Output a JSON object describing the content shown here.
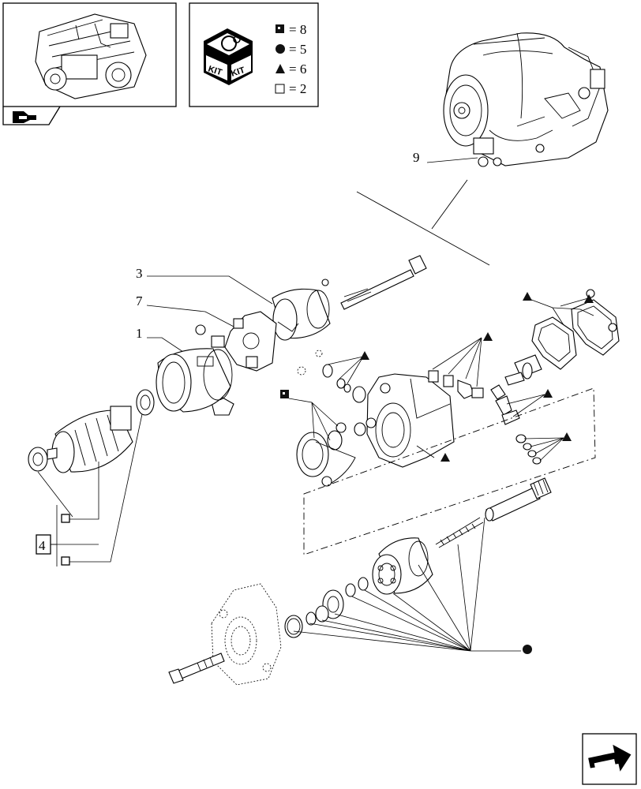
{
  "legend": {
    "kit_label": "KIT",
    "items": [
      {
        "symbol": "square-dark",
        "text": "= 8"
      },
      {
        "symbol": "circle-dark",
        "text": "= 5"
      },
      {
        "symbol": "triangle-dark",
        "text": "= 6"
      },
      {
        "symbol": "square-outline",
        "text": "= 2"
      }
    ]
  },
  "callouts": {
    "c9": "9",
    "c3": "3",
    "c7": "7",
    "c1": "1",
    "c4": "4"
  },
  "icons": [
    "engine-thumbnail",
    "kit-box-icon",
    "navigation-arrow-icon",
    "next-page-arrow-icon"
  ],
  "colors": {
    "line": "#000000",
    "background": "#ffffff",
    "marker": "#111111"
  }
}
